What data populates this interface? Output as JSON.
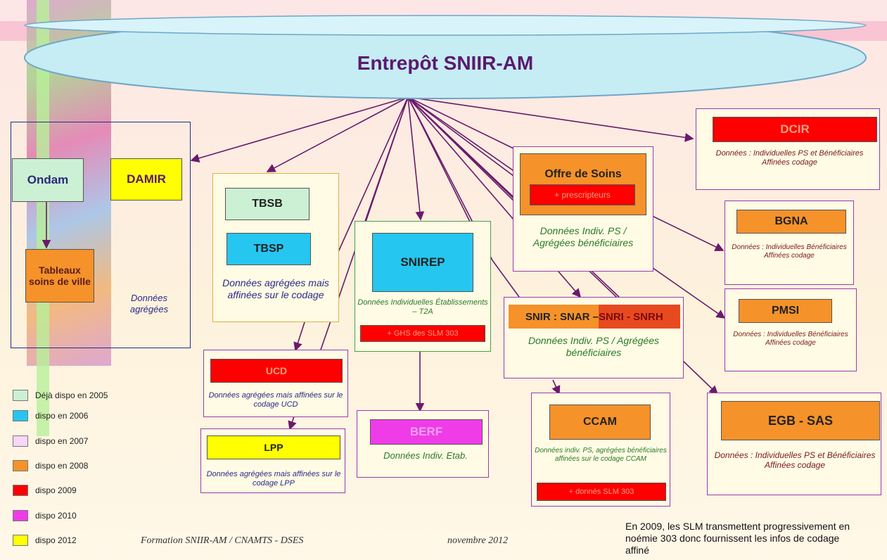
{
  "title": "Entrepôt SNIIR-AM",
  "colors": {
    "dispo2005": "#ccf0d4",
    "dispo2006": "#25c6f0",
    "dispo2007": "#fcd6f8",
    "dispo2008": "#f5922a",
    "dispo2009": "#ff0000",
    "dispo2010": "#f03ce8",
    "dispo2012": "#ffff00"
  },
  "left_group": {
    "ondam": "Ondam",
    "damir": "DAMIR",
    "tableaux": "Tableaux soins de ville",
    "desc": "Données agrégées"
  },
  "tbsb_group": {
    "tbsb": "TBSB",
    "tbsp": "TBSP",
    "desc": "Données agrégées mais affinées sur le codage"
  },
  "snirep_group": {
    "snirep": "SNIREP",
    "desc": "Données Individuelles Établissements – T2A",
    "ghs": "+ GHS des SLM 303"
  },
  "offre_group": {
    "title": "Offre de Soins",
    "presc": "+ prescripteurs",
    "desc": "Données Indiv. PS / Agrégées bénéficiaires"
  },
  "dcir_group": {
    "title": "DCIR",
    "desc": "Données : Individuelles PS et Bénéficiaires Affinées codage"
  },
  "bgna_group": {
    "title": "BGNA",
    "desc": "Données : Individuelles Bénéficiaires Affinées codage"
  },
  "pmsi_group": {
    "title": "PMSI",
    "desc": "Données : Individuelles Bénéficiaires Affinées codage"
  },
  "snir_group": {
    "title1": "SNIR : SNAR – ",
    "title2": "SNRI - SNRH",
    "desc": "Données Indiv. PS / Agrégées bénéficiaires"
  },
  "ucd_group": {
    "title": "UCD",
    "desc": "Données agrégées mais affinées sur le codage UCD"
  },
  "lpp_group": {
    "title": "LPP",
    "desc": "Données agrégées mais affinées sur le codage LPP"
  },
  "berf_group": {
    "title": "BERF",
    "desc": "Données Indiv. Etab."
  },
  "ccam_group": {
    "title": "CCAM",
    "desc": "Données indiv. PS, agrégées bénéficiaires affinées sur le codage CCAM",
    "slm": "+ donnés SLM 303"
  },
  "egb_group": {
    "title": "EGB - SAS",
    "desc": "Données : Individuelles PS et Bénéficiaires Affinées codage"
  },
  "legend": [
    {
      "label": "Déjà dispo en 2005",
      "color": "#ccf0d4"
    },
    {
      "label": "dispo en 2006",
      "color": "#25c6f0"
    },
    {
      "label": "dispo en 2007",
      "color": "#fcd6f8"
    },
    {
      "label": "dispo en 2008",
      "color": "#f5922a"
    },
    {
      "label": "dispo 2009",
      "color": "#ff0000"
    },
    {
      "label": "dispo 2010",
      "color": "#f03ce8"
    },
    {
      "label": "dispo 2012",
      "color": "#ffff00"
    }
  ],
  "footer": {
    "left": "Formation SNIIR-AM / CNAMTS - DSES",
    "date": "novembre 2012",
    "note": "En 2009, les SLM transmettent progressivement en noémie 303 donc fournissent les infos de codage affiné"
  }
}
